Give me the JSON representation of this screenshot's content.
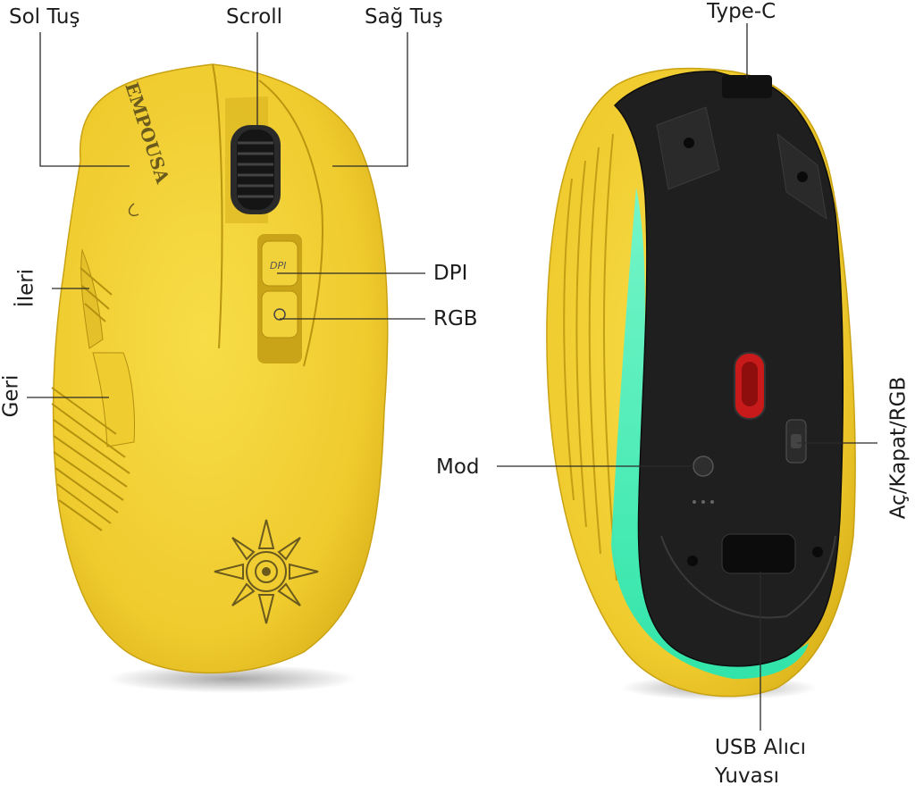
{
  "labels": {
    "left_button": "Sol Tuş",
    "scroll": "Scroll",
    "right_button": "Sağ Tuş",
    "forward": "İleri",
    "back": "Geri",
    "dpi": "DPI",
    "rgb": "RGB",
    "type_c": "Type-C",
    "power": "Aç/Kapat/RGB",
    "mode": "Mod",
    "usb_line1": "USB Alıcı",
    "usb_line2": "Yuvası"
  },
  "logo": {
    "brand": "EMPOUSA",
    "dpi_engraving": "DPI"
  },
  "colors": {
    "body_yellow": "#f2d23a",
    "bottom_black": "#1e1e1e",
    "led_glow": "#2ff2c0",
    "sensor_red": "#c81a1a"
  }
}
